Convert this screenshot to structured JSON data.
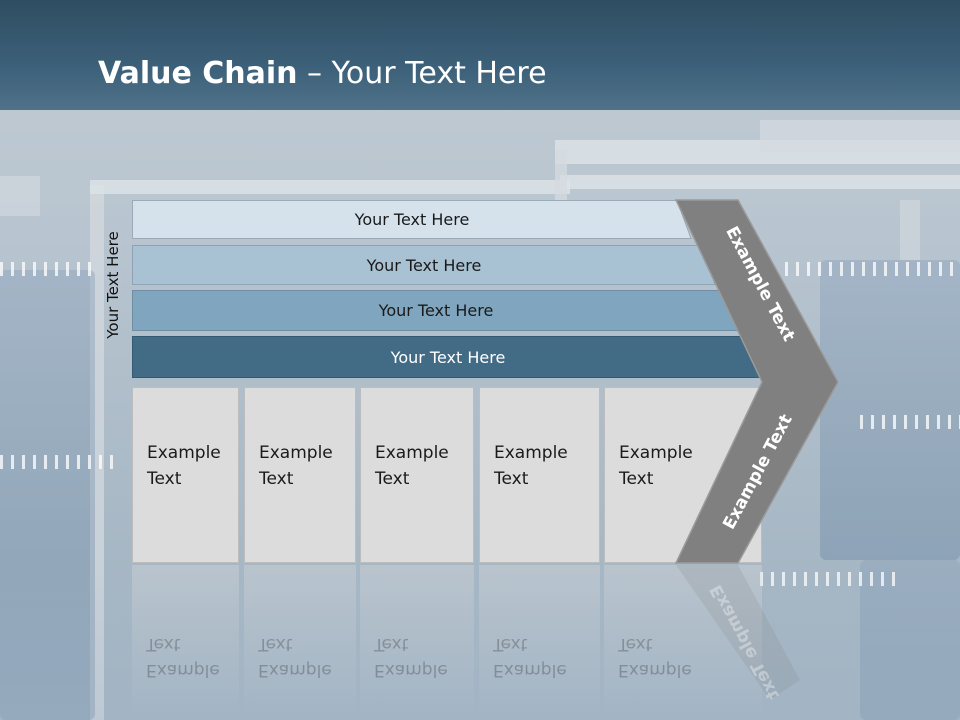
{
  "title": {
    "bold": "Value Chain",
    "rest": " – Your Text Here"
  },
  "side_label": "Your Text Here",
  "rows": [
    {
      "label": "Your Text Here",
      "fill": "#d5e2ec",
      "text_color": "#1a1a1a"
    },
    {
      "label": "Your Text Here",
      "fill": "#a8c2d4",
      "text_color": "#1a1a1a"
    },
    {
      "label": "Your Text Here",
      "fill": "#7fa6be",
      "text_color": "#1a1a1a"
    },
    {
      "label": "Your Text Here",
      "fill": "#426b86",
      "text_color": "#ffffff"
    }
  ],
  "cells": [
    {
      "line1": "Example",
      "line2": "Text"
    },
    {
      "line1": "Example",
      "line2": "Text"
    },
    {
      "line1": "Example",
      "line2": "Text"
    },
    {
      "line1": "Example",
      "line2": "Text"
    },
    {
      "line1": "Example",
      "line2": "Text"
    }
  ],
  "chevron": {
    "upper_label": "Example Text",
    "lower_label": "Example Text",
    "fill": "#808080"
  },
  "colors": {
    "header": "#3c6079",
    "cell": "#dcdcdc"
  }
}
